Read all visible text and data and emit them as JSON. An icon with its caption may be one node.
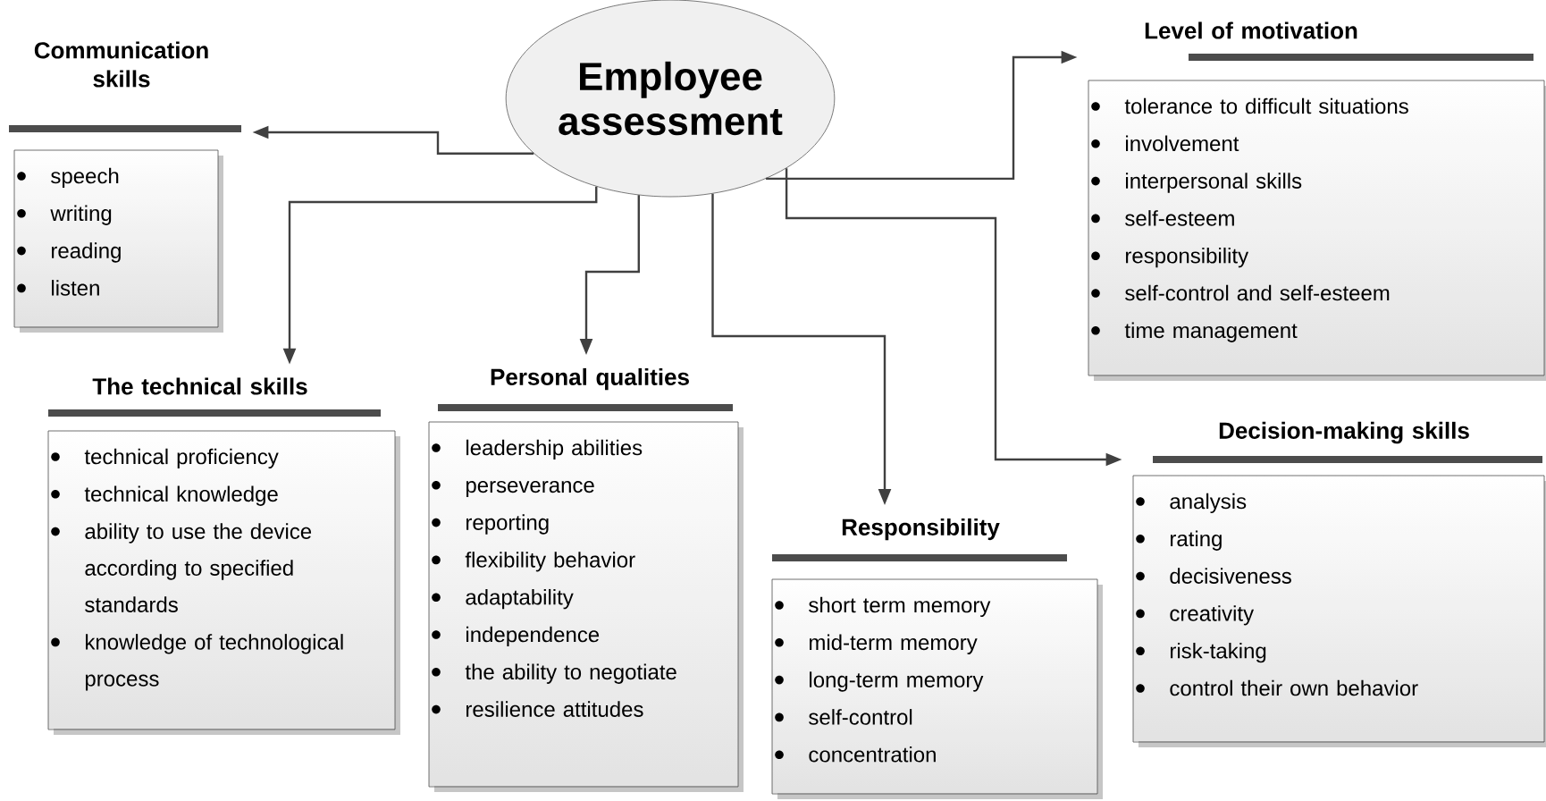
{
  "diagram": {
    "nodes": [
      {
        "text": [
          "Employee assessment"
        ]
      },
      {
        "text": [
          "Communication skills",
          "speech",
          "writing",
          "reading",
          "listen"
        ]
      },
      {
        "text": [
          "Level of motivation",
          "tolerance to difficult situations",
          "involvement",
          "interpersonal skills",
          "self-esteem",
          "responsibility",
          "self-control and self-esteem",
          "time management"
        ]
      },
      {
        "text": [
          "The technical skills",
          "technical proficiency",
          "technical knowledge",
          "ability to use the device according to specified standards",
          "knowledge of technological process"
        ]
      },
      {
        "text": [
          "Personal qualities",
          "leadership abilities",
          "perseverance",
          "reporting",
          "flexibility behavior",
          "adaptability",
          "independence",
          "the ability to negotiate",
          "resilience attitudes"
        ]
      },
      {
        "text": [
          "Decision-making skills",
          "analysis",
          "rating",
          "decisiveness",
          "creativity",
          "risk-taking",
          "control their own behavior"
        ]
      },
      {
        "text": [
          "Responsibility",
          "short term memory",
          "mid-term memory",
          "long-term memory",
          "self-control",
          "concentration"
        ]
      }
    ],
    "edges": [
      {
        "from": 0,
        "to": 1,
        "arrow": "to"
      },
      {
        "from": 0,
        "to": 2,
        "arrow": "to"
      },
      {
        "from": 0,
        "to": 3,
        "arrow": "to"
      },
      {
        "from": 0,
        "to": 4,
        "arrow": "to"
      },
      {
        "from": 0,
        "to": 5,
        "arrow": "to"
      },
      {
        "from": 0,
        "to": 6,
        "arrow": "to"
      }
    ]
  }
}
